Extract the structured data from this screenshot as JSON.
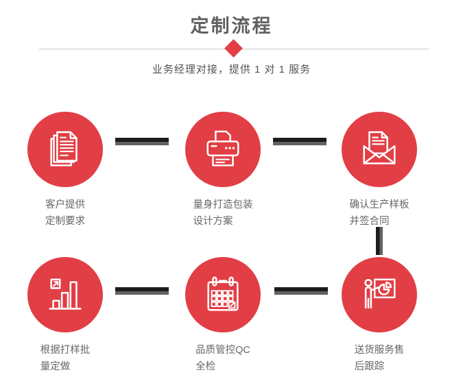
{
  "page": {
    "title": "定制流程",
    "subtitle": "业务经理对接，提供 1 对 1 服务"
  },
  "colors": {
    "accent_red": "#e23e45",
    "title_gray": "#606060",
    "subtitle_gray": "#555555",
    "label_gray": "#666666",
    "connector_dark": "#1c1c1c",
    "connector_light": "#636363",
    "divider_gray": "#cccccc",
    "icon_stroke": "#ffffff"
  },
  "steps": [
    {
      "icon": "documents-icon",
      "lines": [
        "客户提供",
        "定制要求"
      ]
    },
    {
      "icon": "printer-icon",
      "lines": [
        "量身打造包装",
        "设计方案"
      ]
    },
    {
      "icon": "envelope-icon",
      "lines": [
        "确认生产样板",
        "并签合同"
      ]
    },
    {
      "icon": "bar-chart-icon",
      "lines": [
        "根据打样批",
        "量定做"
      ]
    },
    {
      "icon": "calendar-icon",
      "lines": [
        "品质管控QC",
        "全检"
      ]
    },
    {
      "icon": "presentation-icon",
      "lines": [
        "送货服务售",
        "后跟踪"
      ]
    }
  ]
}
